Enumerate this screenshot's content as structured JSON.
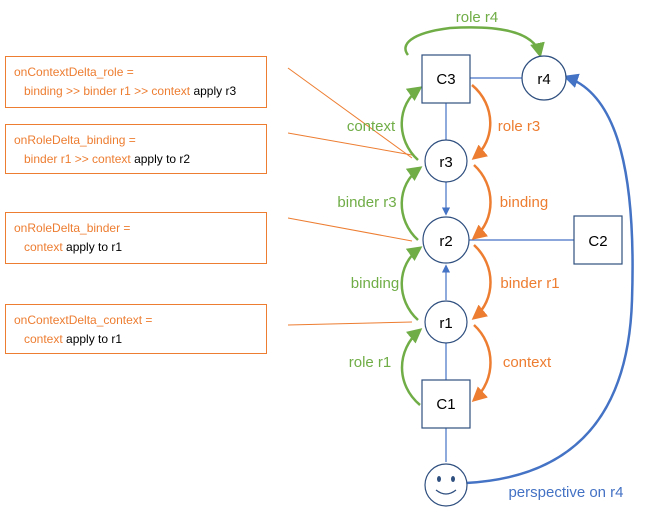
{
  "nodes": {
    "C3": "C3",
    "r4": "r4",
    "r3": "r3",
    "r2": "r2",
    "C2": "C2",
    "r1": "r1",
    "C1": "C1"
  },
  "edge_labels": {
    "role_r4": "role r4",
    "context_top": "context",
    "role_r3": "role r3",
    "binder_r3": "binder r3",
    "binding_right": "binding",
    "binding_left": "binding",
    "binder_r1": "binder r1",
    "role_r1": "role r1",
    "context_bottom": "context",
    "perspective": "perspective on r4"
  },
  "notes": [
    {
      "title": "onContextDelta_role =",
      "line2_orange": "binding >> binder r1 >> context",
      "line2_black": " apply r3"
    },
    {
      "title": "onRoleDelta_binding =",
      "line2_orange": "binder r1 >> context",
      "line2_black": " apply to r2"
    },
    {
      "title": "onRoleDelta_binder =",
      "line2_orange": "context",
      "line2_black": " apply to r1"
    },
    {
      "title": "onContextDelta_context =",
      "line2_orange": "context",
      "line2_black": " apply to r1"
    }
  ],
  "colors": {
    "green": "#70ad47",
    "orange": "#ed7d31",
    "blue": "#4472c4",
    "node_stroke": "#2f4f7f"
  },
  "icons": {
    "user": "smiley-face-icon"
  }
}
